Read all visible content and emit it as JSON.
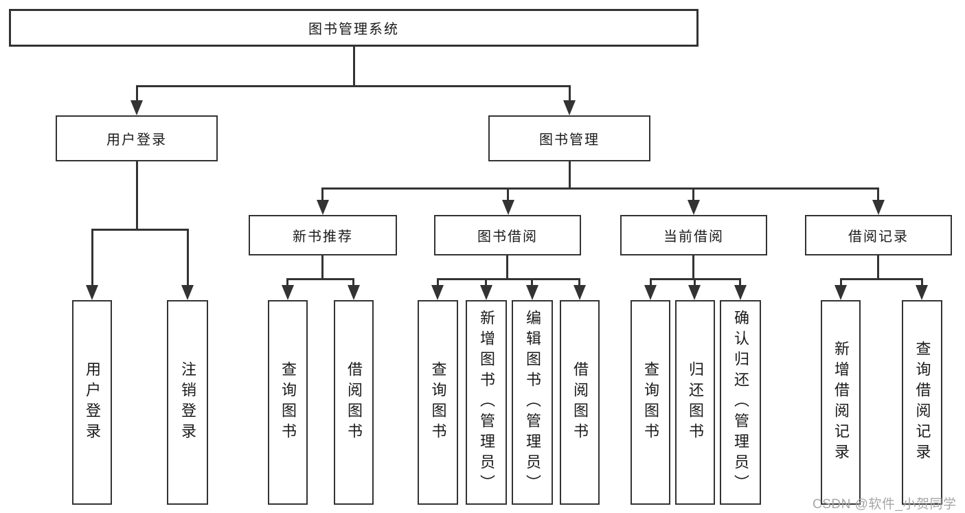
{
  "colors": {
    "line": "#333333",
    "box_border": "#333333",
    "text": "#1a1a1a",
    "background": "#ffffff",
    "watermark": "#a6a6a6"
  },
  "tree": {
    "root": {
      "label": "图书管理系统"
    },
    "user_login": {
      "label": "用户登录",
      "children": [
        {
          "label": "用户登录"
        },
        {
          "label": "注销登录"
        }
      ]
    },
    "book_management": {
      "label": "图书管理",
      "groups": [
        {
          "label": "新书推荐",
          "children": [
            {
              "label": "查询图书"
            },
            {
              "label": "借阅图书"
            }
          ]
        },
        {
          "label": "图书借阅",
          "children": [
            {
              "label": "查询图书"
            },
            {
              "label": "新增图书（管理员）"
            },
            {
              "label": "编辑图书（管理员）"
            },
            {
              "label": "借阅图书"
            }
          ]
        },
        {
          "label": "当前借阅",
          "children": [
            {
              "label": "查询图书"
            },
            {
              "label": "归还图书"
            },
            {
              "label": "确认归还（管理员）"
            }
          ]
        },
        {
          "label": "借阅记录",
          "children": [
            {
              "label": "新增借阅记录"
            },
            {
              "label": "查询借阅记录"
            }
          ]
        }
      ]
    }
  },
  "watermark": {
    "text": "CSDN @软件_小贺同学"
  }
}
